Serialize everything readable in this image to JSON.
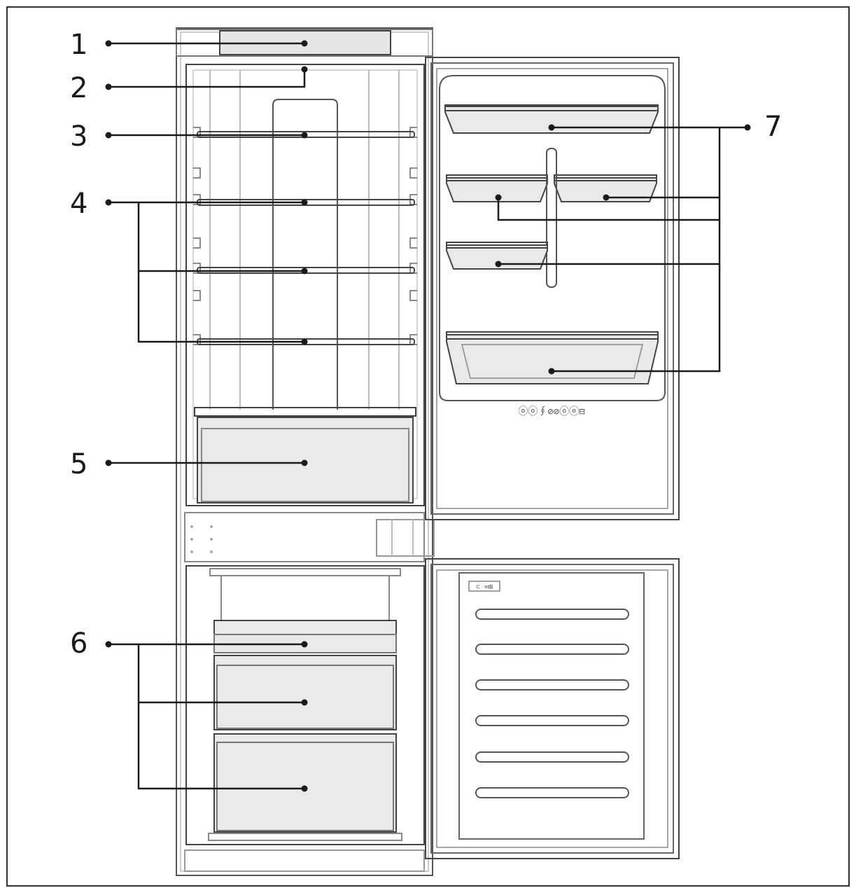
{
  "colors": {
    "line": "#222222",
    "fill": "#e9e9e9",
    "outline": "#555555",
    "light": "#bdbdbd"
  },
  "callouts": [
    {
      "id": "1",
      "label": "1"
    },
    {
      "id": "2",
      "label": "2"
    },
    {
      "id": "3",
      "label": "3"
    },
    {
      "id": "4",
      "label": "4"
    },
    {
      "id": "5",
      "label": "5"
    },
    {
      "id": "6",
      "label": "6"
    },
    {
      "id": "7",
      "label": "7"
    }
  ],
  "door_marking": "ⓞⓞ∮⊘⊘ⓞⓞ⊟",
  "freezer_door_label": "⊂ ∞⊞"
}
